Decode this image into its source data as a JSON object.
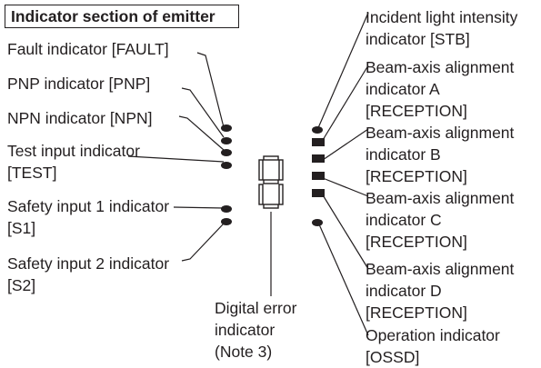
{
  "title": "Indicator section of emitter",
  "left_labels": {
    "fault": [
      "Fault indicator [FAULT]"
    ],
    "pnp": [
      "PNP indicator [PNP]"
    ],
    "npn": [
      "NPN indicator [NPN]"
    ],
    "test": [
      "Test input indicator",
      "[TEST]"
    ],
    "s1": [
      "Safety input 1 indicator",
      "[S1]"
    ],
    "s2": [
      "Safety input 2 indicator",
      "[S2]"
    ]
  },
  "right_labels": {
    "stb": [
      "Incident light intensity",
      "indicator [STB]"
    ],
    "beam_a": [
      "Beam-axis alignment",
      "indicator A",
      "[RECEPTION]"
    ],
    "beam_b": [
      "Beam-axis alignment",
      "indicator B",
      "[RECEPTION]"
    ],
    "beam_c": [
      "Beam-axis alignment",
      "indicator C",
      "[RECEPTION]"
    ],
    "beam_d": [
      "Beam-axis alignment",
      "indicator D",
      "[RECEPTION]"
    ],
    "ossd": [
      "Operation indicator",
      "[OSSD]"
    ]
  },
  "bottom_label": [
    "Digital error",
    "indicator",
    "(Note 3)"
  ],
  "digit_display": "8",
  "colors": {
    "ink": "#231f20",
    "background": "#ffffff"
  }
}
